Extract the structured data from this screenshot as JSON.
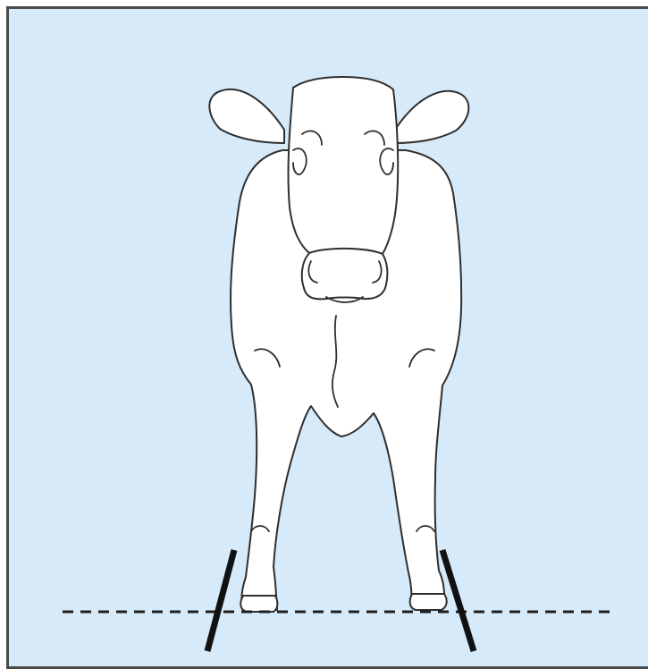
{
  "figure": {
    "subject": "calf-front-view",
    "background_color": "#d7eaf9",
    "border_color": "#4a4a4a",
    "outline_color": "#2f2f2f",
    "body_fill": "#ffffff",
    "ground_line_style": "dashed",
    "leg_angle_markers": [
      "left-leg-angle-line",
      "right-leg-angle-line"
    ]
  }
}
